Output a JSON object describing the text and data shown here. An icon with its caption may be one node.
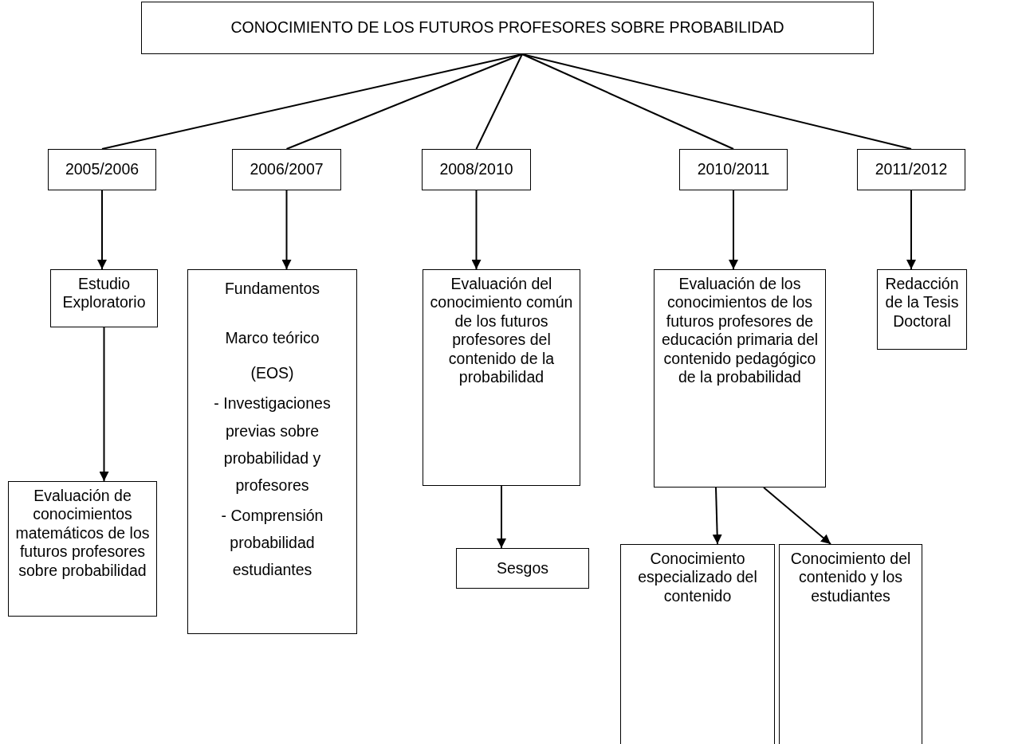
{
  "diagram": {
    "nodes": [
      {
        "text": [
          "CONOCIMIENTO DE LOS FUTUROS PROFESORES SOBRE PROBABILIDAD"
        ]
      },
      {
        "text": [
          "2005/2006"
        ]
      },
      {
        "text": [
          "2006/2007"
        ]
      },
      {
        "text": [
          "2008/2010"
        ]
      },
      {
        "text": [
          "2010/2011"
        ]
      },
      {
        "text": [
          "2011/2012"
        ]
      },
      {
        "text": [
          "Estudio Exploratorio"
        ]
      },
      {
        "text": [
          "Evaluación de conocimientos matemáticos de los futuros profesores sobre probabilidad"
        ]
      },
      {
        "text": [
          "Fundamentos",
          "Marco teórico",
          "(EOS)",
          "- Investigaciones previas sobre probabilidad y profesores",
          "- Comprensión probabilidad estudiantes"
        ]
      },
      {
        "text": [
          "Evaluación del conocimiento común de los futuros profesores del contenido de la probabilidad"
        ]
      },
      {
        "text": [
          "Sesgos"
        ]
      },
      {
        "text": [
          "Evaluación de los conocimientos de los futuros profesores de educación primaria del contenido pedagógico de la probabilidad"
        ]
      },
      {
        "text": [
          "Redacción de la Tesis Doctoral"
        ]
      },
      {
        "text": [
          "Conocimiento especializado del contenido"
        ]
      },
      {
        "text": [
          "Conocimiento del contenido y los estudiantes"
        ]
      }
    ],
    "edges": [
      {
        "from": 0,
        "to": 1,
        "arrow": "none"
      },
      {
        "from": 0,
        "to": 2,
        "arrow": "none"
      },
      {
        "from": 0,
        "to": 3,
        "arrow": "none"
      },
      {
        "from": 0,
        "to": 4,
        "arrow": "none"
      },
      {
        "from": 0,
        "to": 5,
        "arrow": "none"
      },
      {
        "from": 1,
        "to": 6,
        "arrow": "to"
      },
      {
        "from": 6,
        "to": 7,
        "arrow": "to"
      },
      {
        "from": 2,
        "to": 8,
        "arrow": "to"
      },
      {
        "from": 3,
        "to": 9,
        "arrow": "to"
      },
      {
        "from": 9,
        "to": 10,
        "arrow": "to"
      },
      {
        "from": 4,
        "to": 11,
        "arrow": "to"
      },
      {
        "from": 5,
        "to": 12,
        "arrow": "to"
      },
      {
        "from": 11,
        "to": 13,
        "arrow": "to"
      },
      {
        "from": 11,
        "to": 14,
        "arrow": "to"
      }
    ]
  }
}
